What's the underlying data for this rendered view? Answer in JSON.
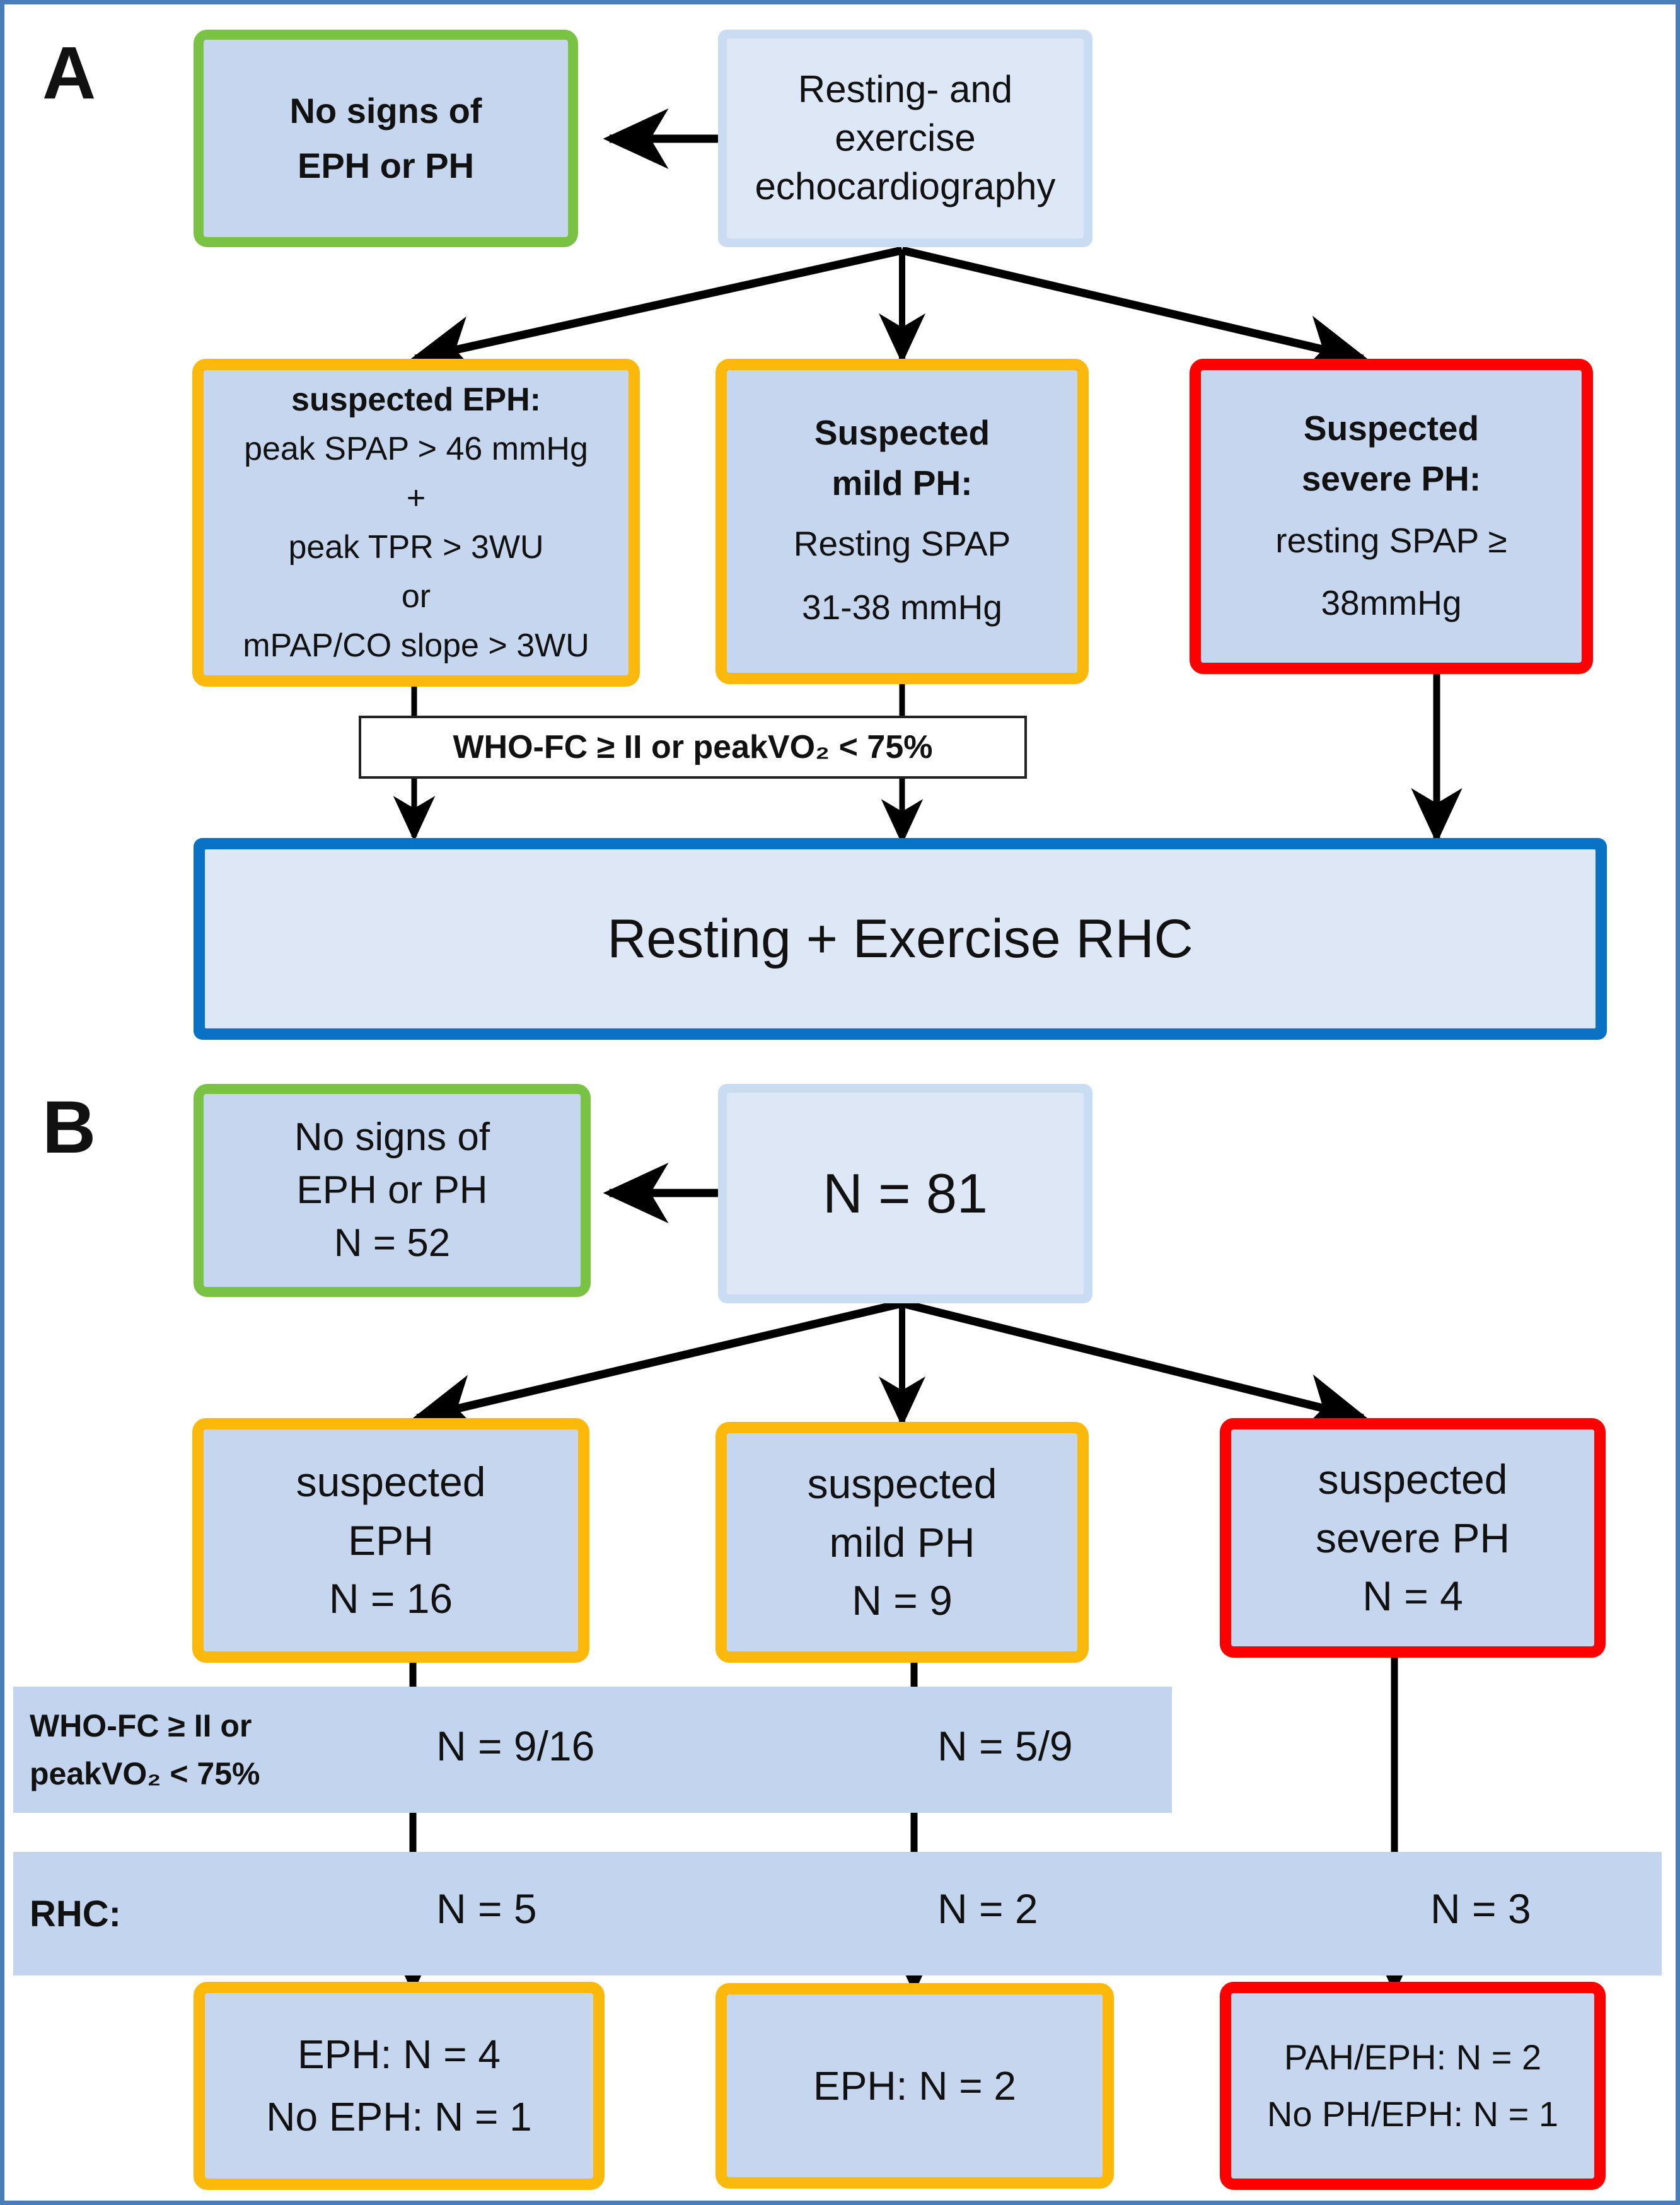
{
  "figure": {
    "panels": [
      {
        "letter": "A",
        "nodes": {
          "root": {
            "lines": [
              "Resting- and",
              "exercise",
              "echocardiography"
            ]
          },
          "negative": {
            "lines": [
              "No signs of",
              "EPH or PH"
            ]
          },
          "eph": {
            "lines": [
              "suspected EPH:",
              "peak SPAP > 46 mmHg",
              "+",
              "peak TPR > 3WU",
              "or",
              "mPAP/CO slope > 3WU"
            ]
          },
          "mild": {
            "lines": [
              "Suspected",
              "mild PH:",
              "Resting SPAP",
              "31-38 mmHg"
            ]
          },
          "severe": {
            "lines": [
              "Suspected",
              "severe PH:",
              "resting SPAP ≥",
              "38mmHg"
            ]
          },
          "criterion": {
            "text": "WHO-FC ≥ II or peakVO₂ < 75%"
          },
          "rhc": {
            "text": "Resting + Exercise RHC"
          }
        }
      },
      {
        "letter": "B",
        "nodes": {
          "root": {
            "lines": [
              "N = 81"
            ]
          },
          "negative": {
            "lines": [
              "No signs of",
              "EPH or PH",
              "N = 52"
            ]
          },
          "eph": {
            "lines": [
              "suspected",
              "EPH",
              "N = 16"
            ]
          },
          "mild": {
            "lines": [
              "suspected",
              "mild PH",
              "N = 9"
            ]
          },
          "severe": {
            "lines": [
              "suspected",
              "severe PH",
              "N = 4"
            ]
          },
          "band_whofc": {
            "label_lines": [
              "WHO-FC ≥ II or",
              "peakVO₂ < 75%"
            ],
            "values": [
              "N = 9/16",
              "N = 5/9"
            ]
          },
          "band_rhc": {
            "label_lines": [
              "RHC:"
            ],
            "values": [
              "N = 5",
              "N = 2",
              "N = 3"
            ]
          },
          "outcome_eph": {
            "lines": [
              "EPH: N = 4",
              "No EPH: N = 1"
            ]
          },
          "outcome_mild": {
            "lines": [
              "EPH: N = 2"
            ]
          },
          "outcome_severe": {
            "lines": [
              "PAH/EPH: N = 2",
              "No PH/EPH: N = 1"
            ]
          }
        }
      }
    ],
    "colors": {
      "frame_border": "#4a7ebb",
      "node_fill": "#c6d6ee",
      "plain_fill": "#dde7f5",
      "green_border": "#7ac243",
      "orange_border": "#fcb80b",
      "red_border": "#ff0000",
      "blue_border": "#0a72c4",
      "band_fill": "#c3d5ee",
      "arrow": "#000000"
    }
  }
}
